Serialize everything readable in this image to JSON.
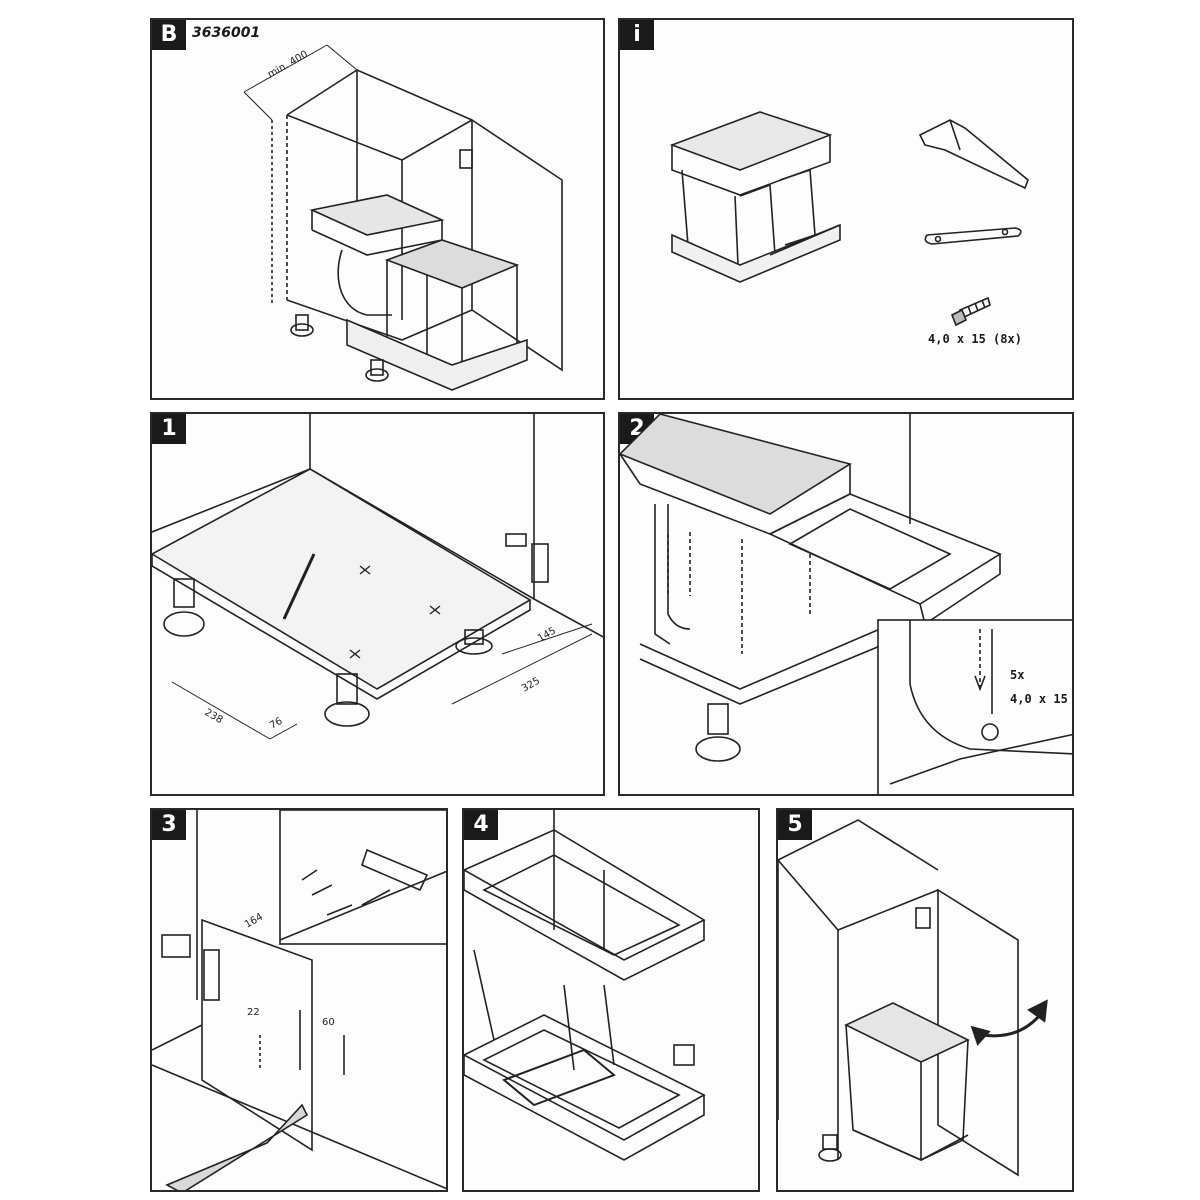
{
  "panels": {
    "b": {
      "number": "B",
      "article_code": "3636001",
      "dimension_label": "min. 400"
    },
    "i": {
      "number": "i",
      "screw_label": "4,0 x 15 (8x)"
    },
    "s1": {
      "number": "1",
      "dims": [
        "238",
        "76",
        "145",
        "325"
      ]
    },
    "s2": {
      "number": "2",
      "count_label": "5x",
      "screw_label": "4,0 x 15"
    },
    "s3": {
      "number": "3",
      "dims": [
        "164",
        "22",
        "60"
      ]
    },
    "s4": {
      "number": "4"
    },
    "s5": {
      "number": "5"
    }
  }
}
